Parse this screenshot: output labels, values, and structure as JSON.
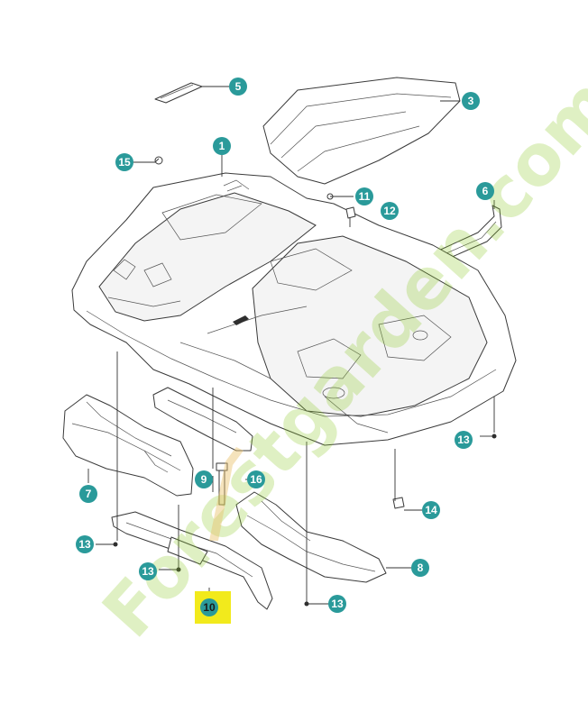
{
  "colors": {
    "callout_fill": "#2a9a9a",
    "callout_text": "#ffffff",
    "highlight_fill": "#f2ea1c",
    "highlight_text": "#1a1a1a",
    "watermark_green": "#8fca2c",
    "watermark_orange": "#e8a23c",
    "line": "#3a3a3a"
  },
  "callouts": [
    {
      "id": "1",
      "label": "1"
    },
    {
      "id": "3",
      "label": "3"
    },
    {
      "id": "5",
      "label": "5"
    },
    {
      "id": "6",
      "label": "6"
    },
    {
      "id": "7",
      "label": "7"
    },
    {
      "id": "8",
      "label": "8"
    },
    {
      "id": "9",
      "label": "9"
    },
    {
      "id": "10",
      "label": "10",
      "highlighted": true
    },
    {
      "id": "11",
      "label": "11"
    },
    {
      "id": "12",
      "label": "12"
    },
    {
      "id": "13a",
      "label": "13"
    },
    {
      "id": "13b",
      "label": "13"
    },
    {
      "id": "13c",
      "label": "13"
    },
    {
      "id": "13d",
      "label": "13"
    },
    {
      "id": "14",
      "label": "14"
    },
    {
      "id": "15",
      "label": "15"
    },
    {
      "id": "16",
      "label": "16"
    }
  ],
  "watermark": {
    "text": "Forestgarden.com"
  }
}
